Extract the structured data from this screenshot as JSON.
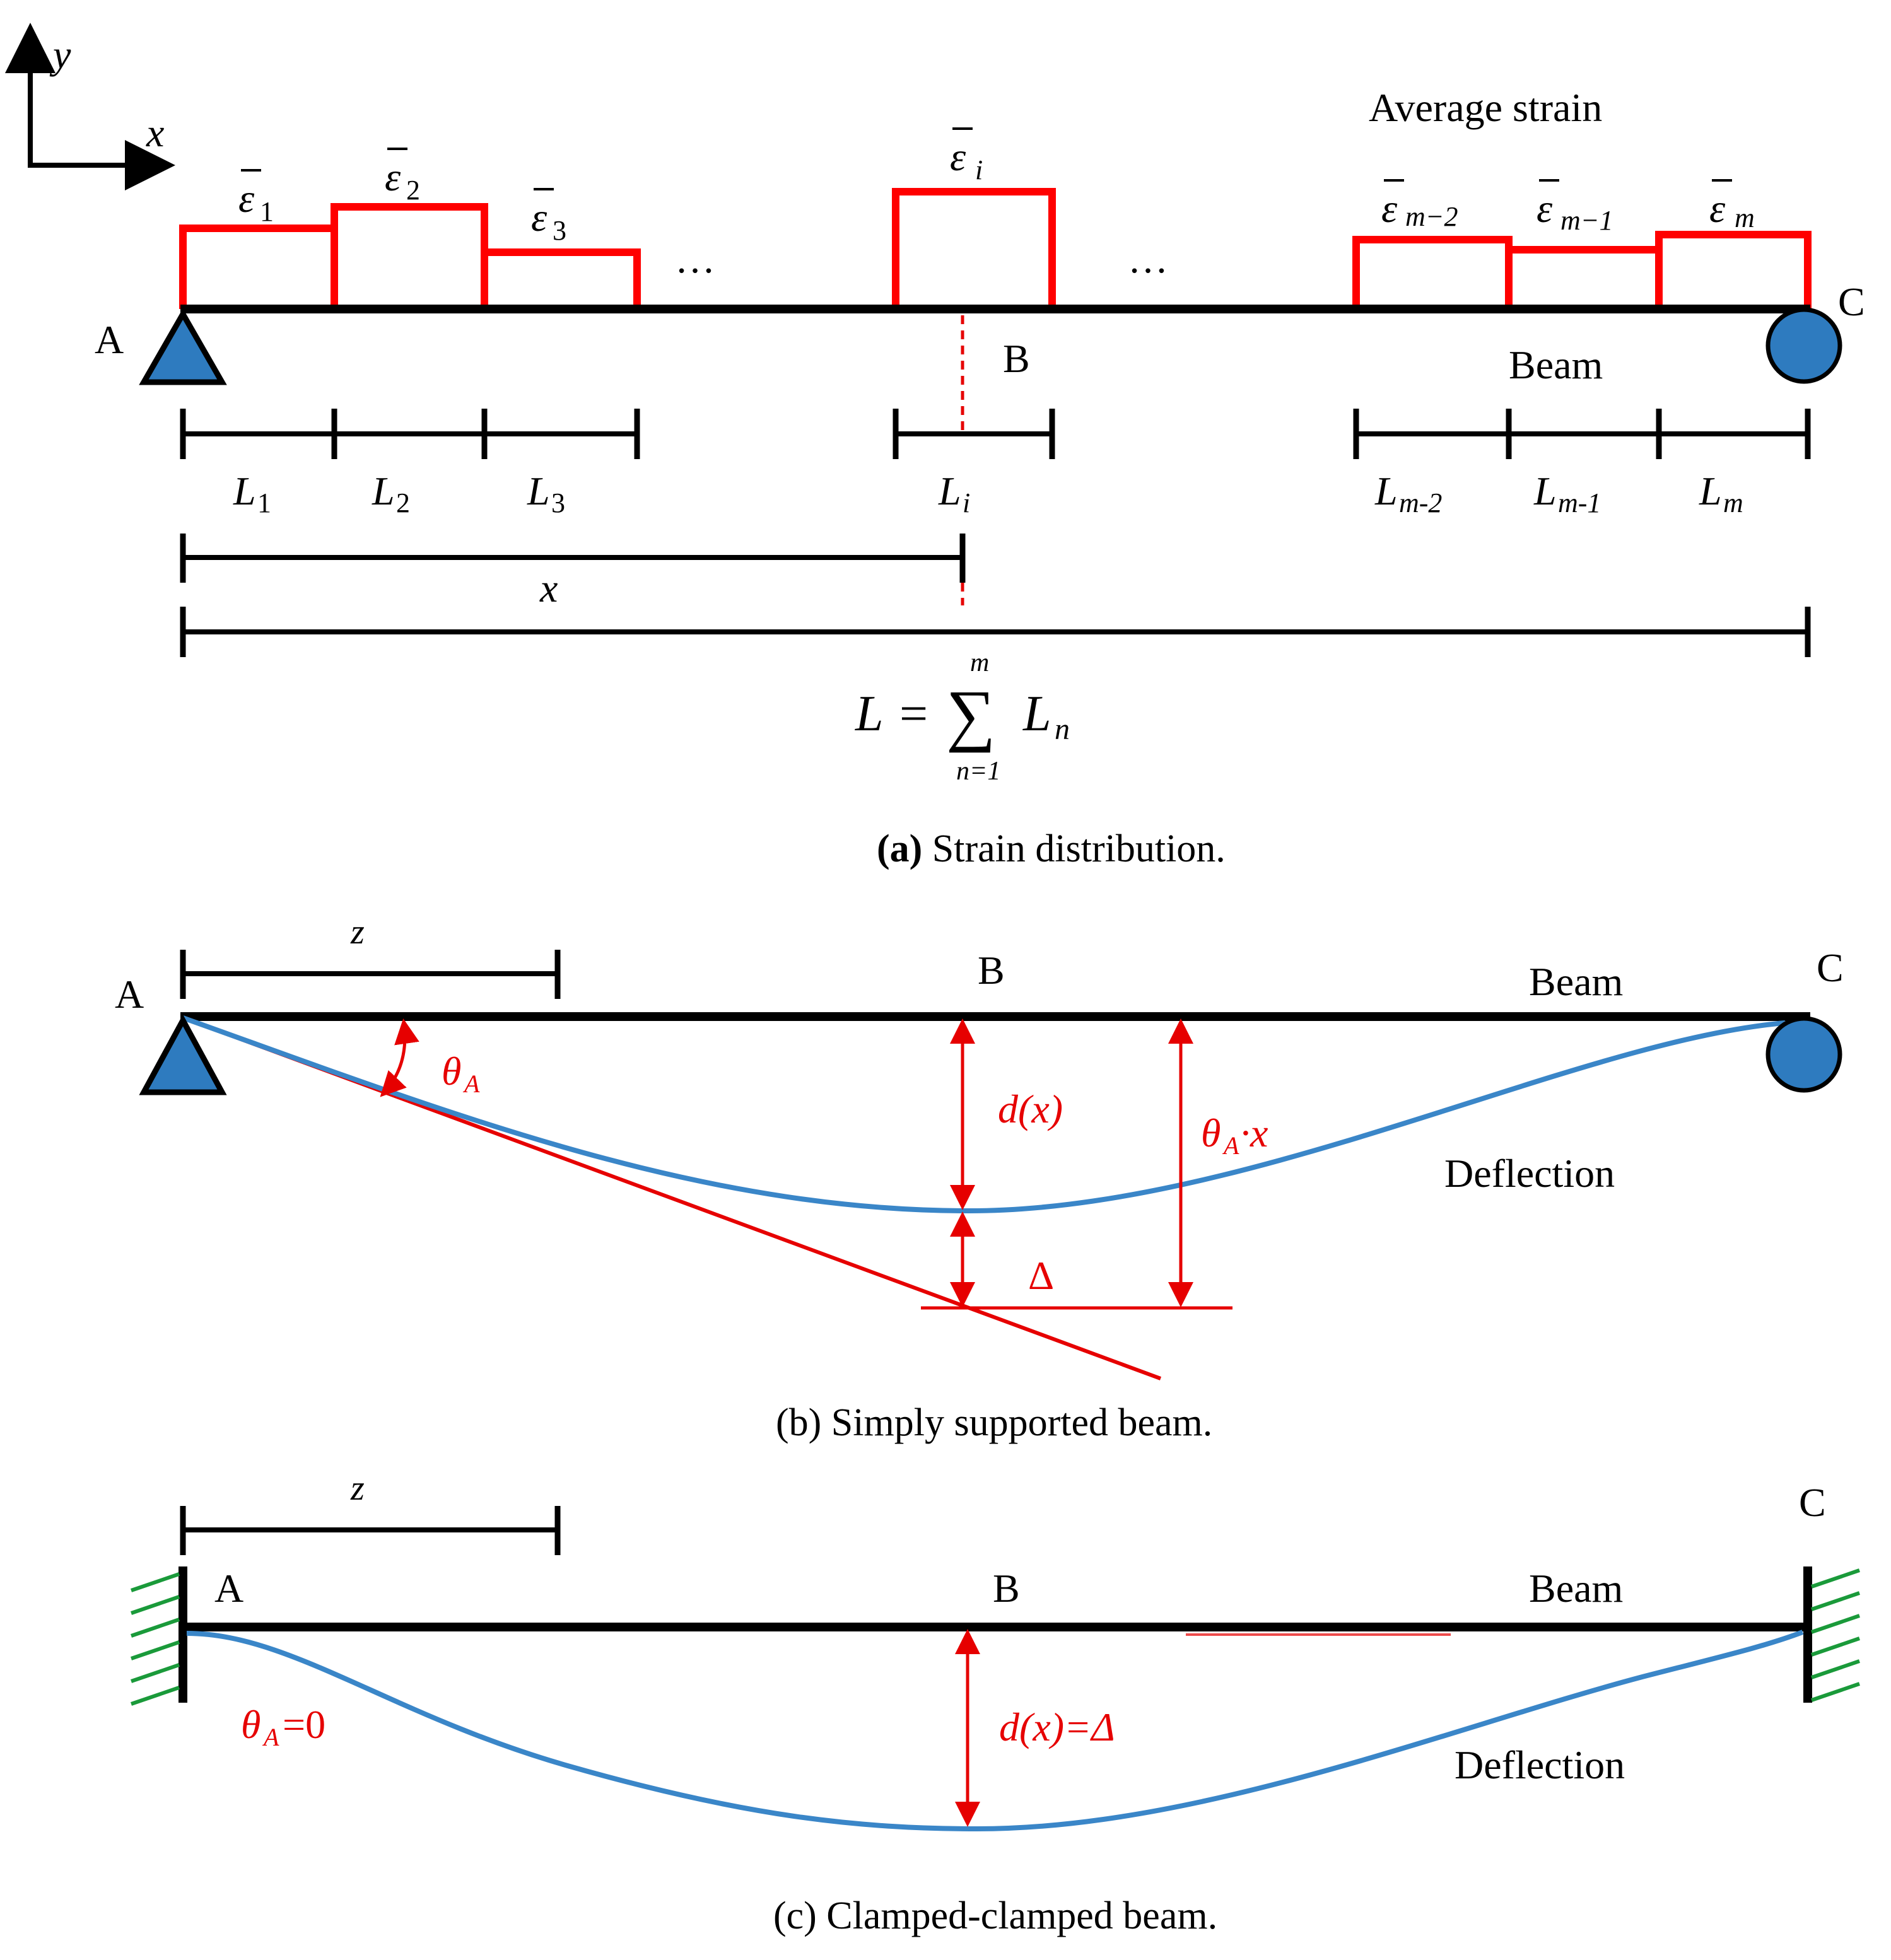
{
  "axes": {
    "y": "y",
    "x": "x"
  },
  "panel_a": {
    "average_strain": "Average strain",
    "eps_base": "ε",
    "strains": [
      {
        "sub": "1"
      },
      {
        "sub": "2"
      },
      {
        "sub": "3"
      },
      {
        "sub": "i"
      },
      {
        "sub": "m−2"
      },
      {
        "sub": "m−1"
      },
      {
        "sub": "m"
      }
    ],
    "dots": "…",
    "point_a": "A",
    "point_b": "B",
    "point_c": "C",
    "beam": "Beam",
    "lengths": [
      {
        "base": "L",
        "sub": "1"
      },
      {
        "base": "L",
        "sub": "2"
      },
      {
        "base": "L",
        "sub": "3"
      },
      {
        "base": "L",
        "sub": "i"
      },
      {
        "base": "L",
        "sub": "m-2"
      },
      {
        "base": "L",
        "sub": "m-1"
      },
      {
        "base": "L",
        "sub": "m"
      }
    ],
    "x_label": "x",
    "formula": {
      "lhs": "L",
      "eq": "=",
      "sigma": "∑",
      "upper": "m",
      "lower": "n=1",
      "term": "L",
      "term_sub": "n"
    },
    "caption": {
      "bold": "(a)",
      "text": " Strain distribution."
    }
  },
  "panel_b": {
    "z": "z",
    "point_a": "A",
    "point_b": "B",
    "point_c": "C",
    "beam": "Beam",
    "theta": "θ",
    "theta_sub": "A",
    "dx": "d(x)",
    "theta_x": "·x",
    "delta": "Δ",
    "deflection": "Deflection",
    "caption": "(b) Simply supported beam."
  },
  "panel_c": {
    "z": "z",
    "point_a": "A",
    "point_b": "B",
    "point_c": "C",
    "beam": "Beam",
    "theta": "θ",
    "theta_sub": "A",
    "theta_val": "=0",
    "dx_delta": "d(x)=Δ",
    "deflection": "Deflection",
    "caption": "(c) Clamped-clamped beam."
  },
  "colors": {
    "beam": "#000000",
    "strain": "#ff0000",
    "annotation": "#e60000",
    "deflection": "#3a86c8",
    "support": "#2e7bbf",
    "hatch": "#1a9a3a"
  }
}
